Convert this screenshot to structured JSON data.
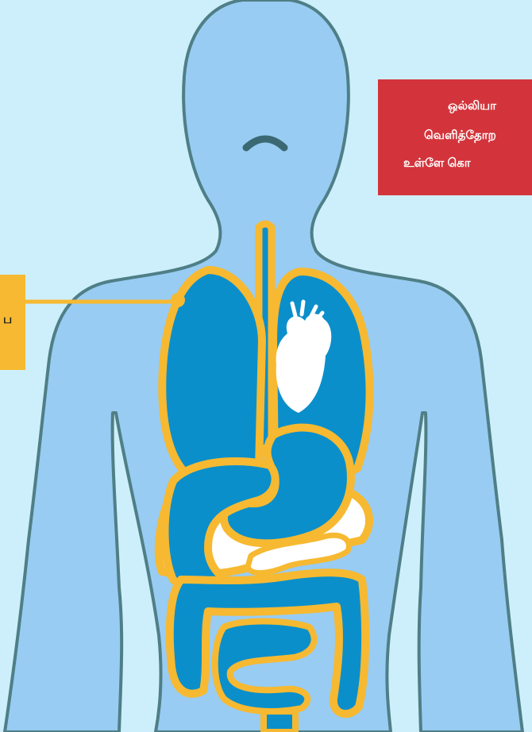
{
  "colors": {
    "background": "#cdeffb",
    "body_fill": "#98ccf3",
    "body_outline": "#4f7f86",
    "organ_fill": "#0a8fcb",
    "organ_outline": "#f6b931",
    "heart_fill": "#ffffff",
    "callout_red": "#d3343b",
    "callout_yellow": "#f6b931"
  },
  "callout_right": {
    "lines": [
      "ஒல்லியா",
      "வெளித்தோற",
      "உள்ளே கொ"
    ]
  },
  "callout_left": {
    "text": "ப"
  }
}
